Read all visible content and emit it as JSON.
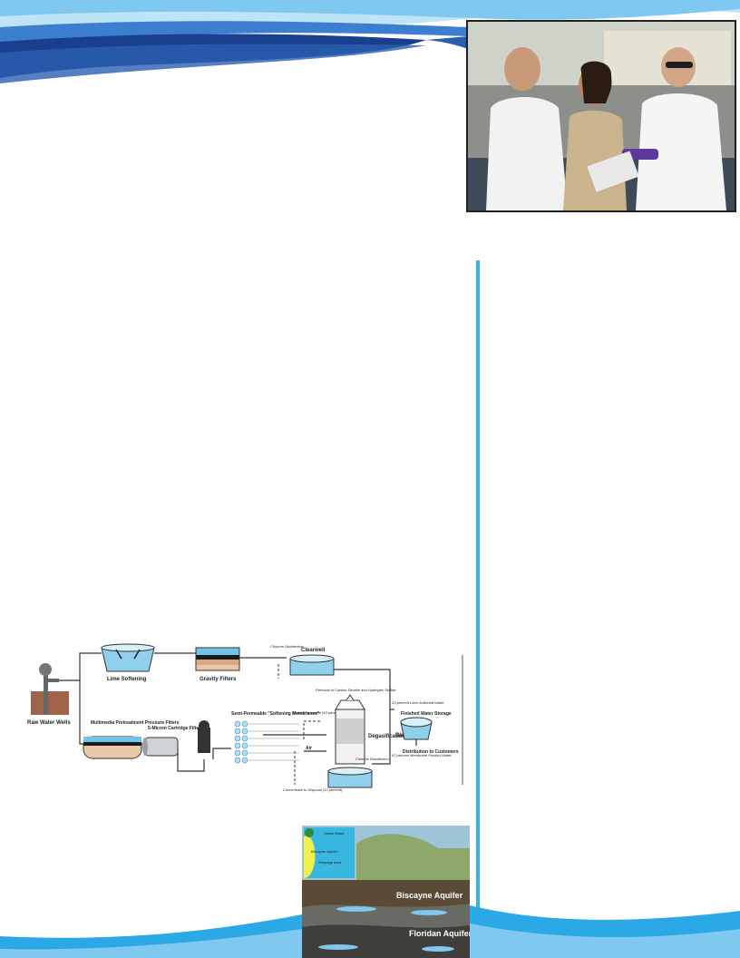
{
  "diagram": {
    "raw_water_wells": "Raw Water Wells",
    "lime_softening": "Lime Softening",
    "gravity_filters": "Gravity Filters",
    "chlorine_disinfection_top": "Chlorine Disinfection",
    "clearwell": "Clearwell",
    "multimedia_filters": "Multimedia Pretreatment Pressure Filters",
    "cartridge_filters": "5-Micron Cartridge Filters",
    "membranes": "Semi-Permeable \"Softening Membranes\"",
    "air": "Air",
    "treated_permeate": "Treated Permeate (63 percent)",
    "removal_gases": "Removal of Carbon Dioxide and Hydrogen Sulfide",
    "degasification": "Degasification",
    "chlorine_disinfection_bottom": "Chlorine Disinfection",
    "concentrate": "Concentrate to Disposal (13 percent)",
    "lime_softened_water": "33 percent Lime-Softened Water",
    "membrane_product_water": "67 percent Membrane Product Water",
    "blending": "Blending",
    "finished_water_storage": "Finished Water Storage",
    "distribution": "Distribution to Customers"
  },
  "aquifer_map": {
    "legend_top": "Saline Water",
    "legend_mid": "Biscayne Aquifer",
    "legend_low": "Seepage Area",
    "biscayne": "Biscayne Aquifer",
    "floridan": "Floridan Aquifer"
  },
  "colors": {
    "accent": "#35b6e8",
    "wave_dark": "#1b3f8f",
    "wave_light": "#7fc8ef"
  }
}
